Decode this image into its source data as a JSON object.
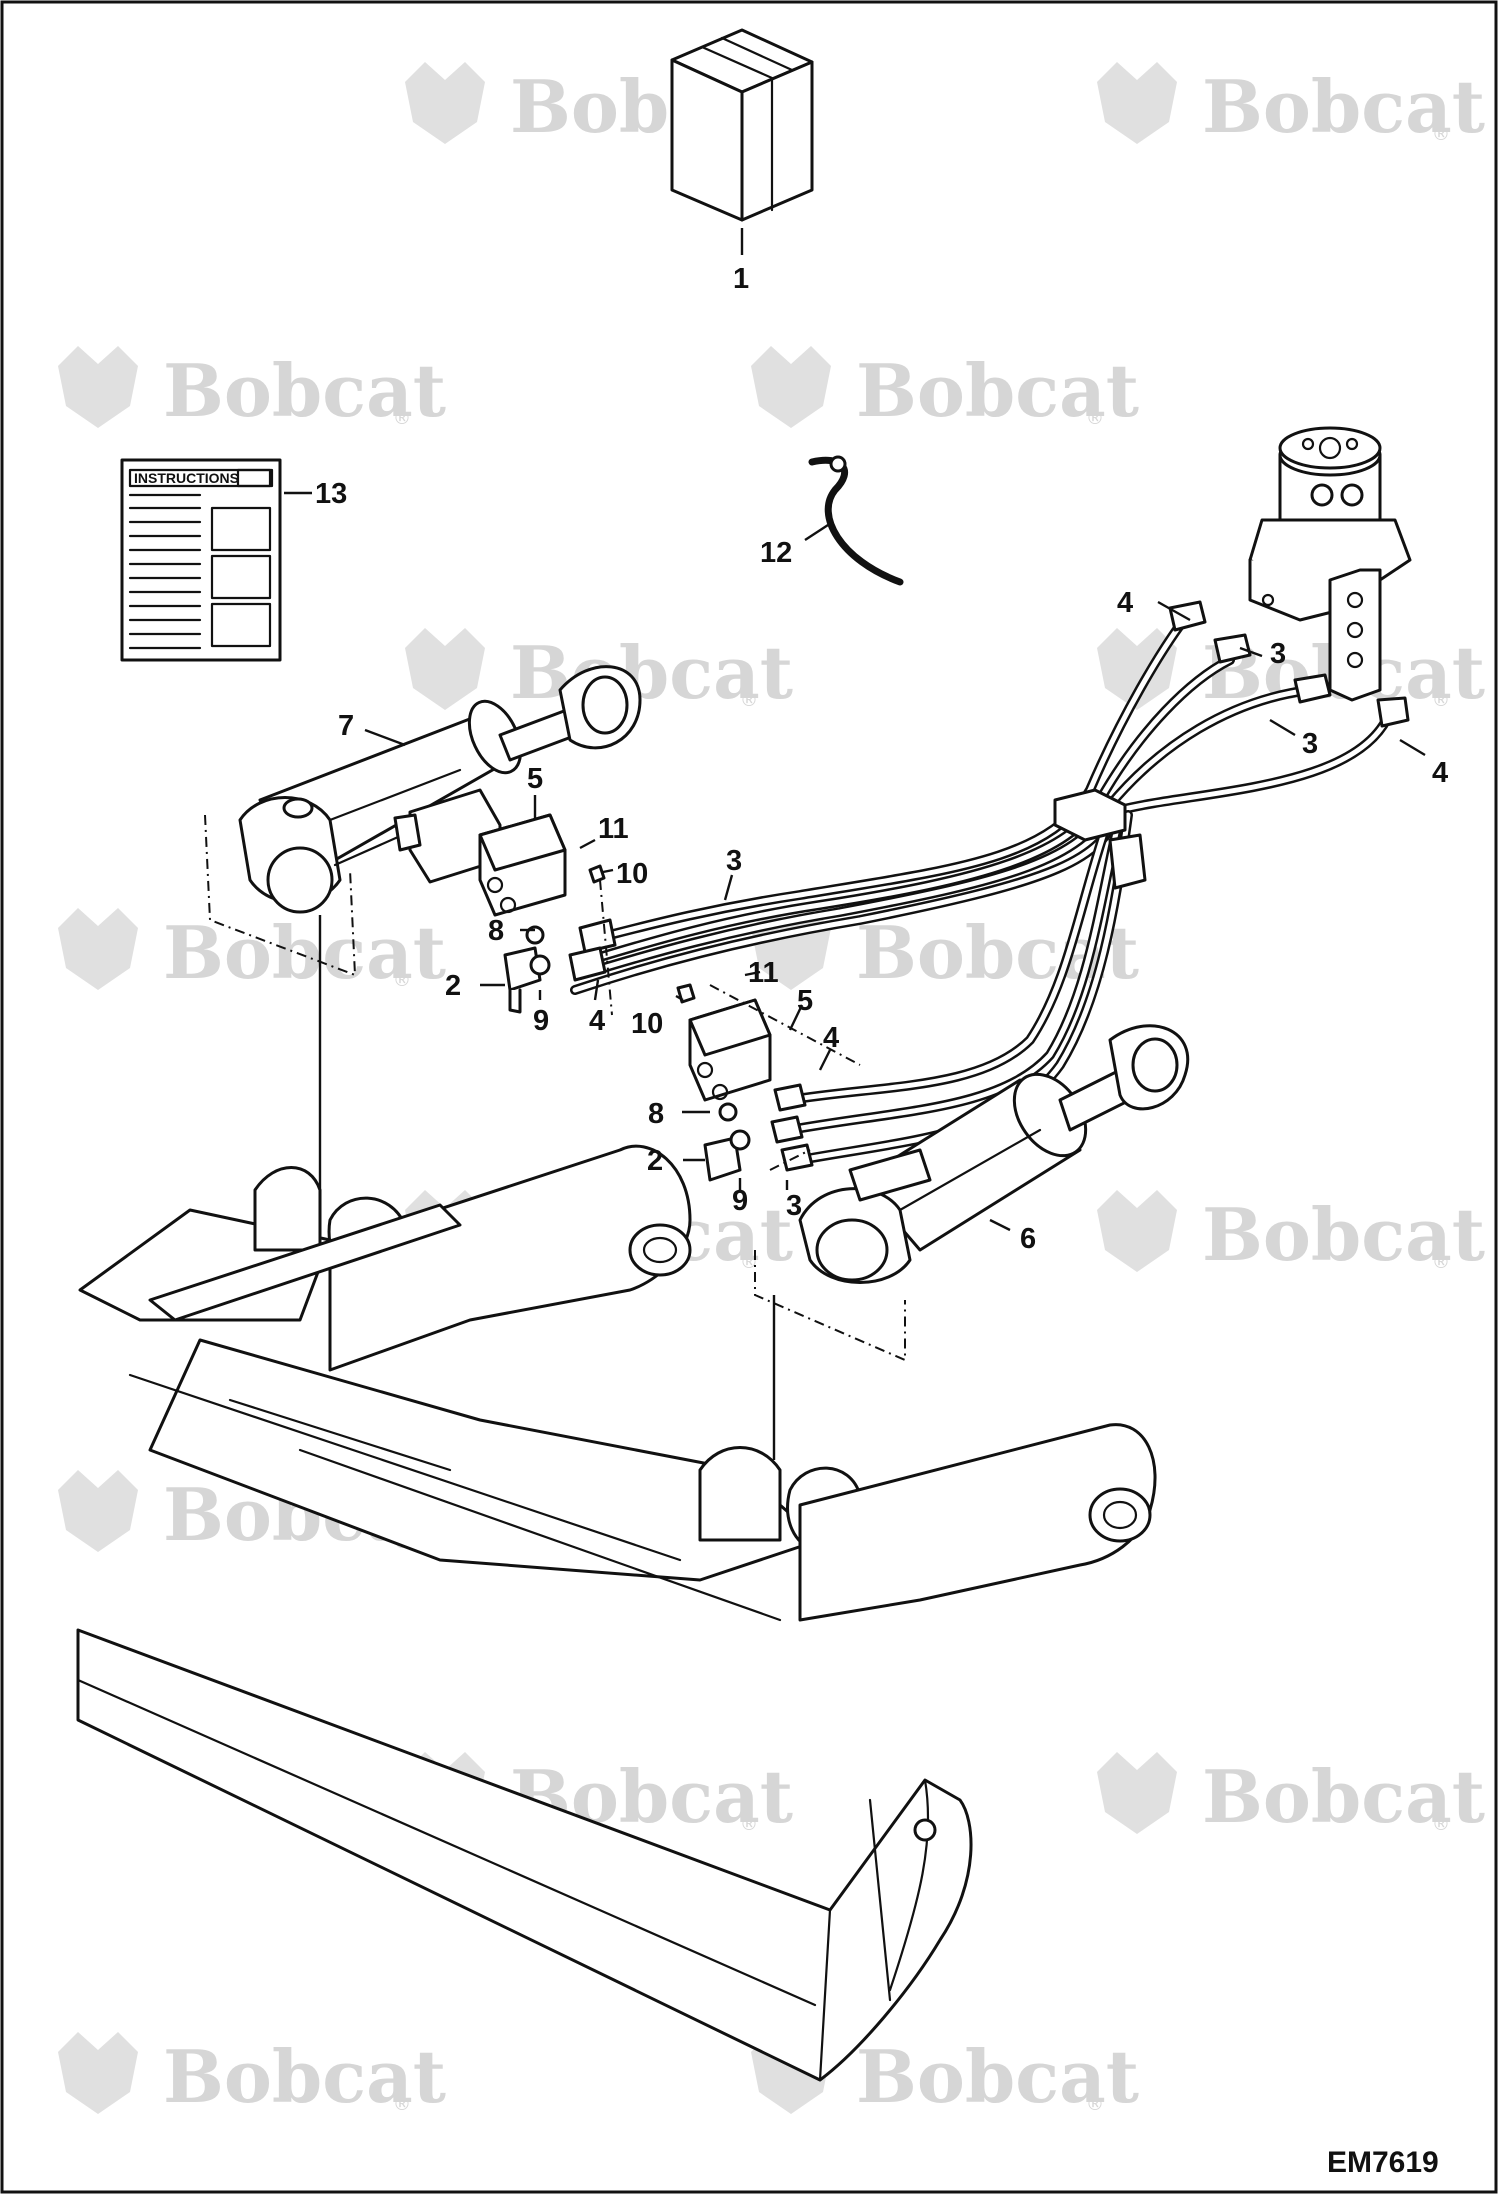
{
  "watermark": {
    "text": "Bobcat",
    "registered": "®",
    "logo_icon": "bobcat-head-logo",
    "color": "#d6d6d6"
  },
  "drawing_code": "EM7619",
  "instruction_sheet": {
    "title": "INSTRUCTIONS"
  },
  "callouts": [
    {
      "id": "c1",
      "label": "1"
    },
    {
      "id": "c13",
      "label": "13"
    },
    {
      "id": "c12",
      "label": "12"
    },
    {
      "id": "c4a",
      "label": "4"
    },
    {
      "id": "c3a",
      "label": "3"
    },
    {
      "id": "c3b",
      "label": "3"
    },
    {
      "id": "c4b",
      "label": "4"
    },
    {
      "id": "c7",
      "label": "7"
    },
    {
      "id": "c5a",
      "label": "5"
    },
    {
      "id": "c11a",
      "label": "11"
    },
    {
      "id": "c10a",
      "label": "10"
    },
    {
      "id": "c3c",
      "label": "3"
    },
    {
      "id": "c8a",
      "label": "8"
    },
    {
      "id": "c2a",
      "label": "2"
    },
    {
      "id": "c9a",
      "label": "9"
    },
    {
      "id": "c4c",
      "label": "4"
    },
    {
      "id": "c11b",
      "label": "11"
    },
    {
      "id": "c10b",
      "label": "10"
    },
    {
      "id": "c5b",
      "label": "5"
    },
    {
      "id": "c4d",
      "label": "4"
    },
    {
      "id": "c8b",
      "label": "8"
    },
    {
      "id": "c2b",
      "label": "2"
    },
    {
      "id": "c9b",
      "label": "9"
    },
    {
      "id": "c3d",
      "label": "3"
    },
    {
      "id": "c6",
      "label": "6"
    }
  ]
}
